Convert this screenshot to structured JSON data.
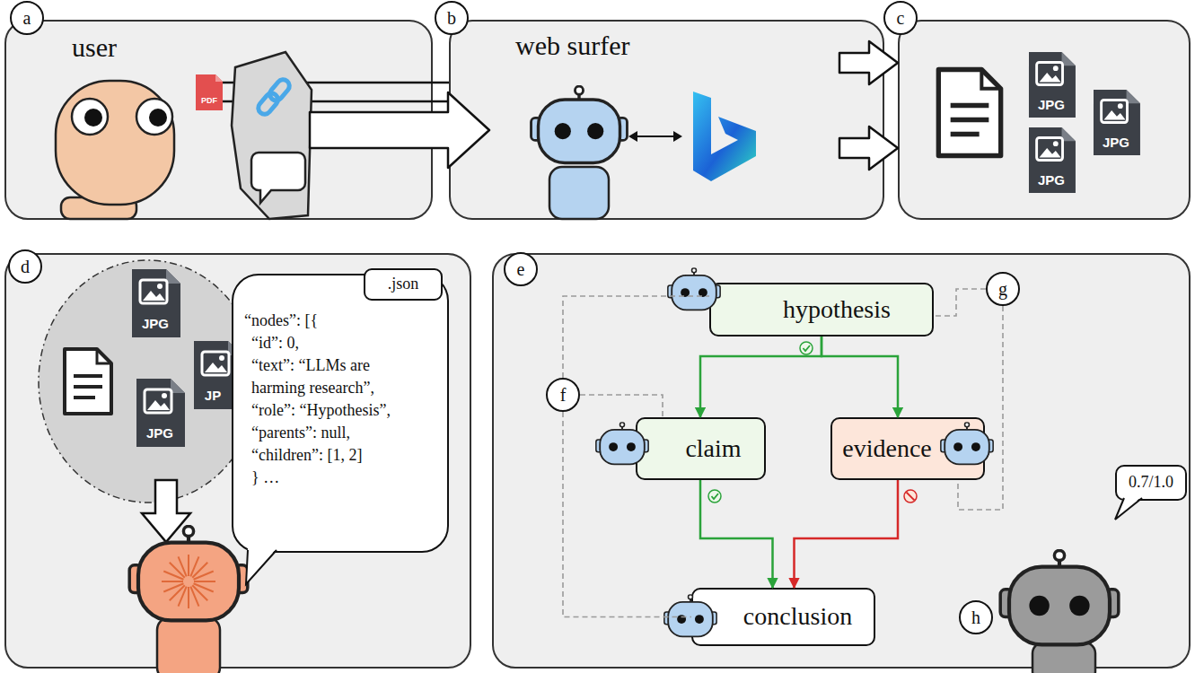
{
  "diagram": {
    "nodes": [
      {
        "text": [
          "a",
          "user"
        ]
      },
      {
        "text": [
          "b",
          "web surfer"
        ]
      },
      {
        "text": [
          "c"
        ]
      },
      {
        "text": [
          "d"
        ]
      },
      {
        "text": [
          "“nodes”: [{",
          "“id”: 0,",
          "“text”: “LLMs are harming research”,",
          "“role”: “Hypothesis”,",
          "“parents”: null,",
          "“children”: [1, 2]",
          "} …"
        ],
        "in": 3
      },
      {
        "text": [
          ".json"
        ],
        "in": 4
      },
      {
        "text": [
          "e"
        ]
      },
      {
        "text": [
          "hypothesis"
        ],
        "in": 6
      },
      {
        "text": [
          "f"
        ],
        "in": 6
      },
      {
        "text": [
          "g"
        ],
        "in": 6
      },
      {
        "text": [
          "claim"
        ],
        "in": 6
      },
      {
        "text": [
          "evidence"
        ],
        "in": 6
      },
      {
        "text": [
          "conclusion"
        ],
        "in": 6
      },
      {
        "text": [
          "h"
        ],
        "in": 6
      },
      {
        "text": [
          "0.7/1.0"
        ],
        "in": 6
      }
    ],
    "edges": [
      {
        "from": 0,
        "to": 1,
        "arrow": "to"
      },
      {
        "from": 1,
        "to": 2,
        "arrow": "to"
      },
      {
        "from": 1,
        "to": 2,
        "arrow": "to"
      },
      {
        "from": 7,
        "to": 10,
        "arrow": "to"
      },
      {
        "from": 7,
        "to": 11,
        "arrow": "to"
      },
      {
        "from": 10,
        "to": 12,
        "arrow": "to"
      },
      {
        "from": 11,
        "to": 12,
        "arrow": "to"
      },
      {
        "from": 8,
        "to": 7,
        "arrow": "none"
      },
      {
        "from": 8,
        "to": 10,
        "arrow": "none"
      },
      {
        "from": 8,
        "to": 12,
        "arrow": "none"
      },
      {
        "from": 9,
        "to": 7,
        "arrow": "none"
      },
      {
        "from": 9,
        "to": 11,
        "arrow": "none"
      }
    ],
    "labels": [
      "PDF",
      "JPG",
      "JPG",
      "JPG",
      "JPG",
      "JPG",
      "JP"
    ]
  }
}
